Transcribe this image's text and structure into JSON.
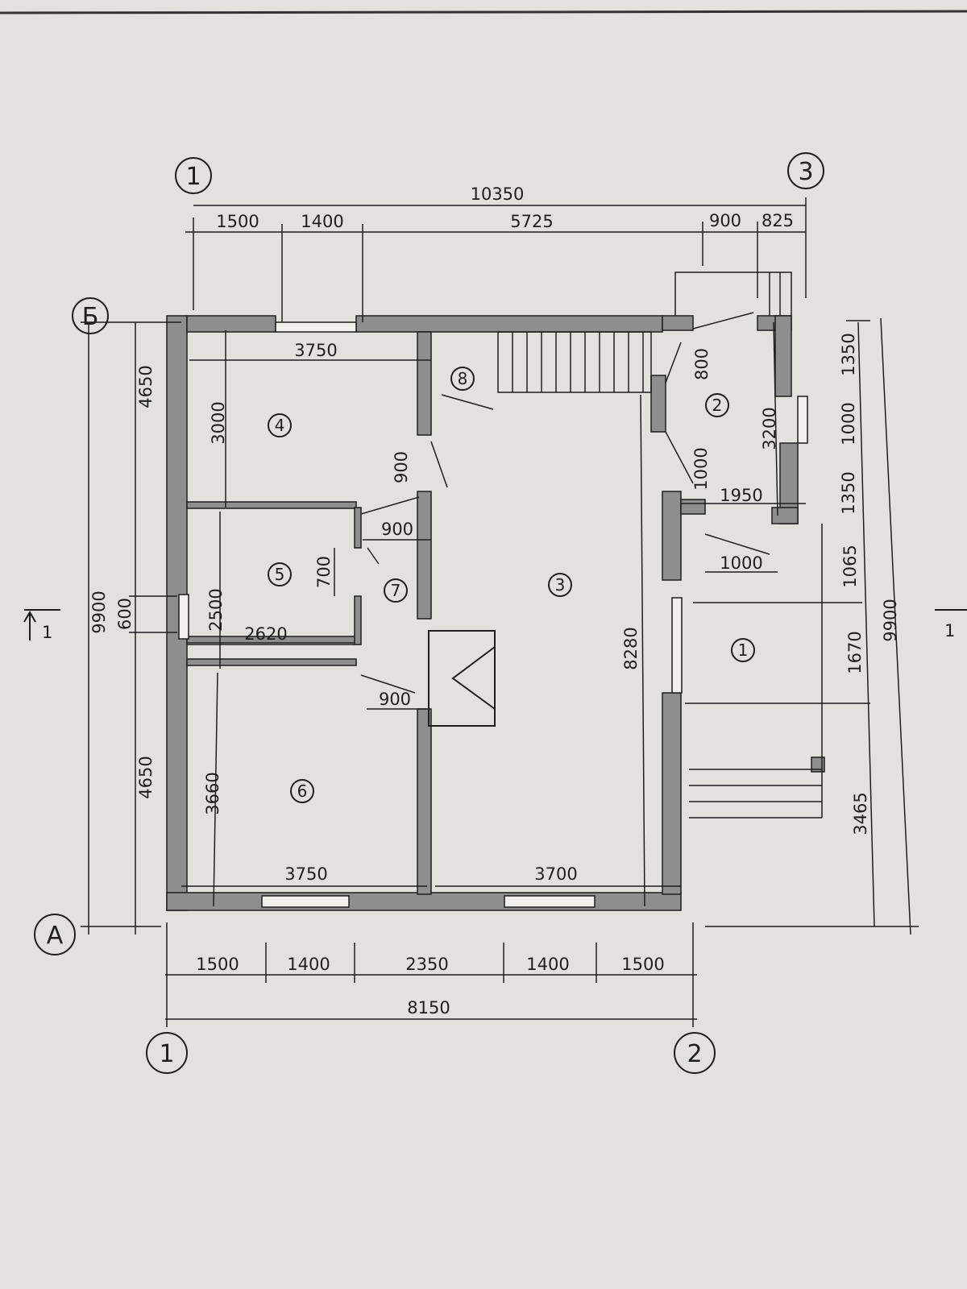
{
  "axes": {
    "col_1_top": "1",
    "col_3": "3",
    "row_b": "Б",
    "row_a": "А",
    "col_1_bottom": "1",
    "col_2": "2"
  },
  "section_marks": {
    "left": "1",
    "right": "1"
  },
  "rooms": {
    "r1": "1",
    "r2": "2",
    "r3": "3",
    "r4": "4",
    "r5": "5",
    "r6": "6",
    "r7": "7",
    "r8": "8"
  },
  "dims": {
    "top_total": "10350",
    "top": [
      "1500",
      "1400",
      "5725",
      "900",
      "825"
    ],
    "bottom": [
      "1500",
      "1400",
      "2350",
      "1400",
      "1500"
    ],
    "bottom_total": "8150",
    "left_total": "9900",
    "left": [
      "4650",
      "600",
      "4650"
    ],
    "right_total": "9900",
    "right": [
      "1350",
      "1000",
      "1350",
      "1065",
      "1670",
      "3465"
    ],
    "room4_width": "3750",
    "room4_height": "3000",
    "door8_width": "900",
    "door7_width": "900",
    "door5_width": "700",
    "room5_height": "2500",
    "room5_width": "2620",
    "door6_width": "900",
    "room6_height": "3660",
    "room6_width": "3750",
    "room3_width": "3700",
    "room3_height": "8280",
    "vestibule_door": "800",
    "vestibule_wall": "1000",
    "vestibule_width": "1950",
    "vestibule_height": "3200",
    "entry_door": "1000"
  }
}
